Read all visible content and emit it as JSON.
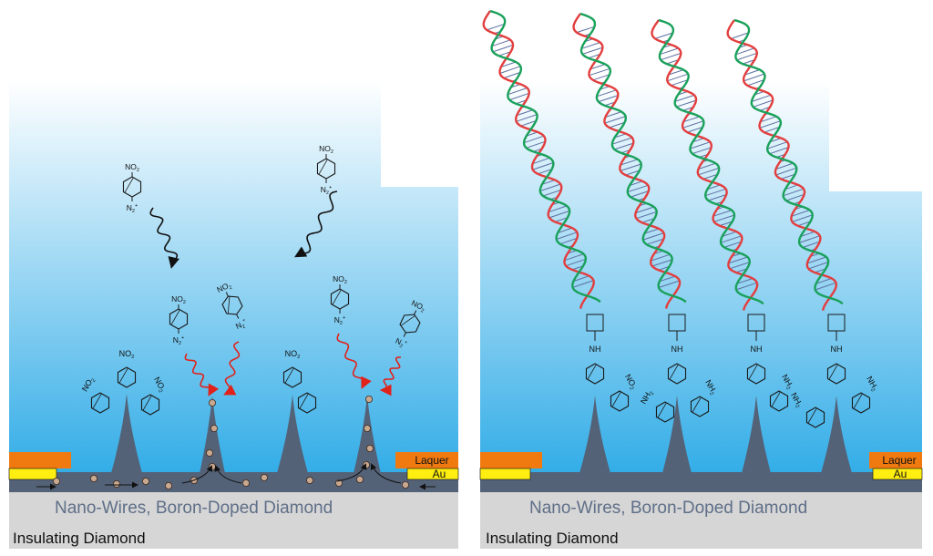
{
  "colors": {
    "water_top": "#ffffff",
    "water_bottom": "#29a9e6",
    "diamond_dark": "#546278",
    "insulating": "#d6d6d6",
    "laquer": "#f07a10",
    "gold": "#ffee10",
    "dna_red": "#e33e3e",
    "dna_green": "#19a15a",
    "dna_rungs": "#5c6fa0",
    "arrow_red": "#e0221b"
  },
  "left_panel": {
    "nanowire_label": "Nano-Wires, Boron-Doped Diamond",
    "insulating_label": "Insulating Diamond",
    "laquer_label": "Laquer",
    "au_label": "Au",
    "nitro": "NO",
    "nitro_sub": "2",
    "diazonium": "N",
    "diazonium_sub": "2",
    "diazonium_sup": "+"
  },
  "right_panel": {
    "nanowire_label": "Nano-Wires, Boron-Doped Diamond",
    "insulating_label": "Insulating Diamond",
    "laquer_label": "Laquer",
    "au_label": "Au",
    "amine_link": "NH",
    "nitro": "NO",
    "nitro_sub": "2",
    "amine": "NH",
    "amine_sub": "2"
  },
  "icons": [
    "wavy-arrow-icon",
    "electron-icon",
    "benzene-ring-icon",
    "dna-helix-icon",
    "linker-square-icon"
  ]
}
